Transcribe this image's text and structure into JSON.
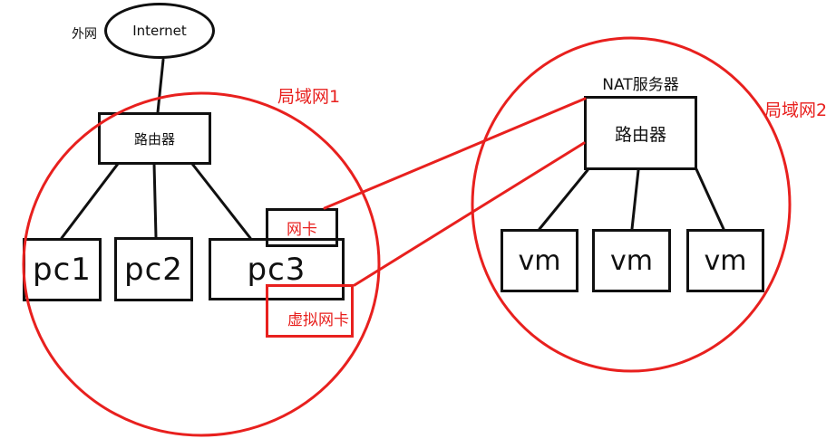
{
  "colors": {
    "red": "#e8201e",
    "black": "#101010"
  },
  "wan": {
    "label": "外网"
  },
  "internet": {
    "label": "Internet"
  },
  "lan1": {
    "name": "局域网1",
    "router": "路由器",
    "pcs": [
      "pc1",
      "pc2",
      "pc3"
    ],
    "nic": "网卡",
    "virtual_nic": "虚拟网卡"
  },
  "lan2": {
    "name": "局域网2",
    "server_title": "NAT服务器",
    "router": "路由器",
    "vms": [
      "vm",
      "vm",
      "vm"
    ]
  }
}
